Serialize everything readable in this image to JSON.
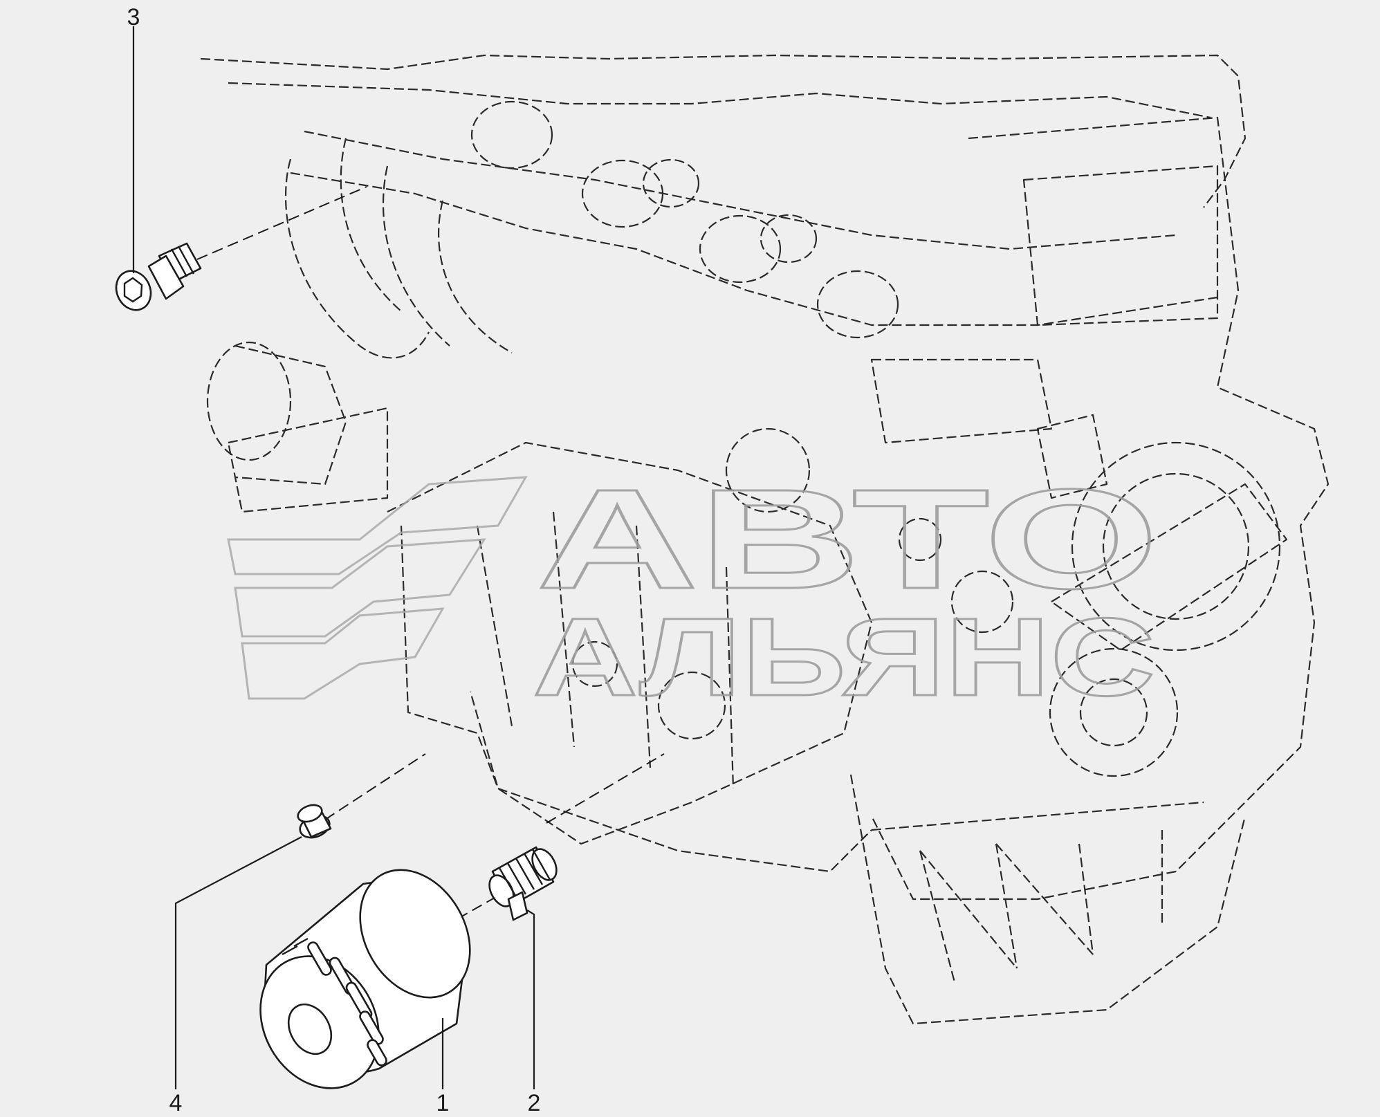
{
  "callouts": {
    "c3": "3",
    "c4": "4",
    "c1": "1",
    "c2": "2"
  },
  "watermark": {
    "line1": "АВТО",
    "line2": "АЛЬЯНС"
  },
  "colors": {
    "background": "#efefef",
    "line": "#1c1c1c",
    "watermark": "#a9a9a9"
  }
}
